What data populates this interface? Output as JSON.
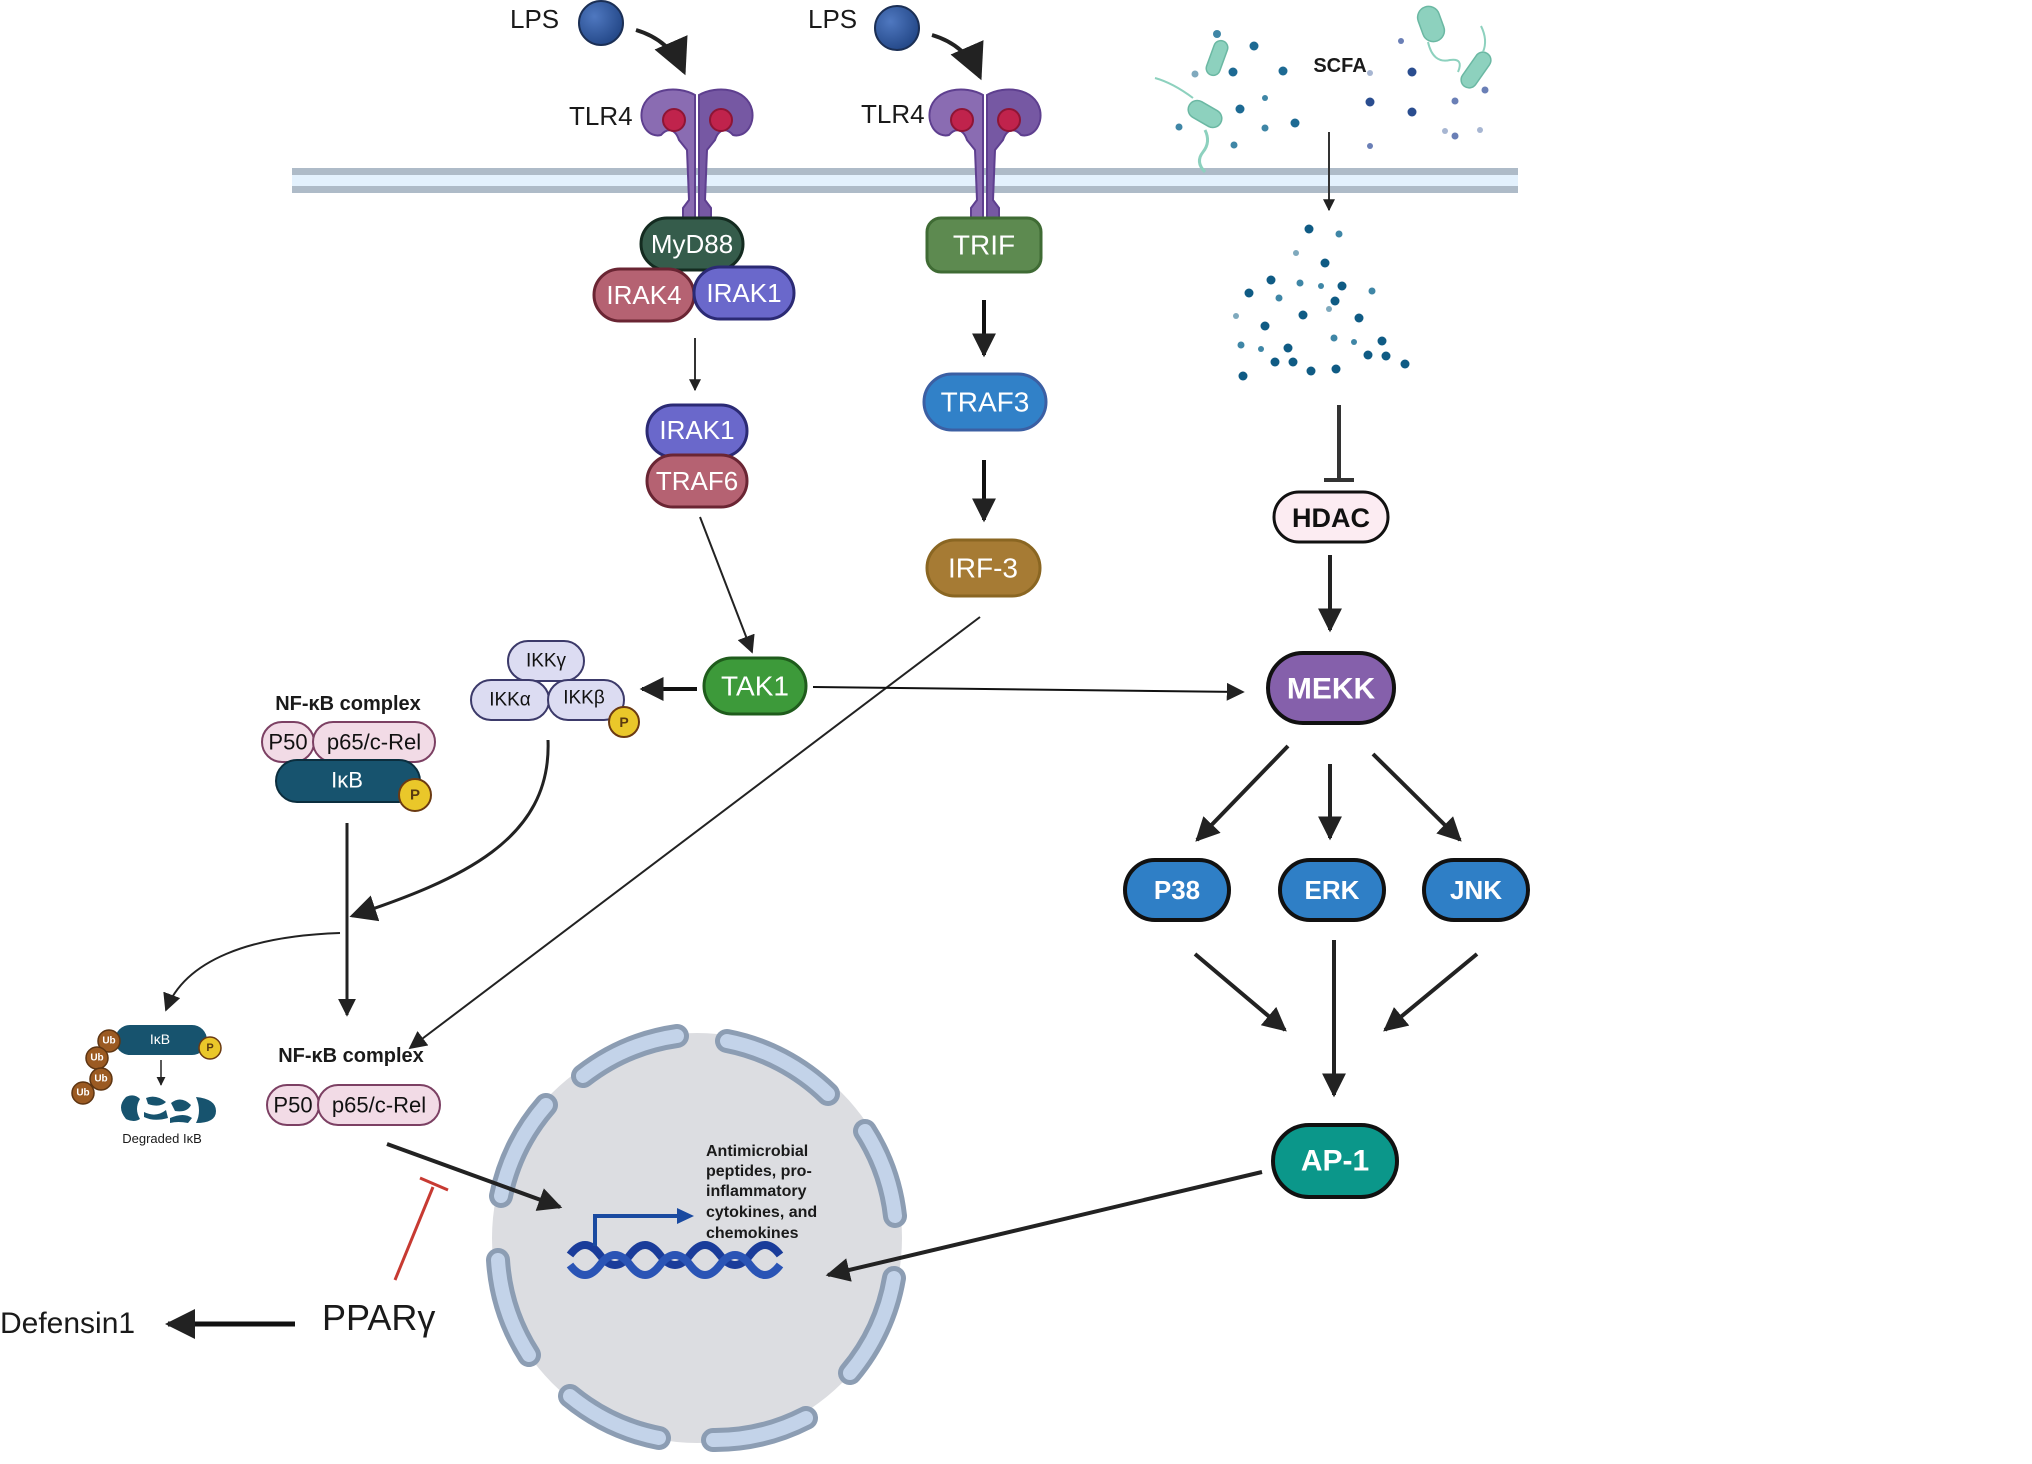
{
  "title": "LPS / SCFA signaling pathway diagram",
  "colors": {
    "membrane_outer": "#aebbc8",
    "membrane_inner": "#e3f1fd",
    "tlr4": "#7e62a8",
    "tlr4_dot": "#c0234c",
    "lps": "#2f5597",
    "myd88": "#355c4b",
    "irak4": "#b56272",
    "irak1": "#6a68cb",
    "traf6": "#b56272",
    "trif": "#5d8a50",
    "traf3": "#3181c8",
    "irf3": "#a67b34",
    "tak1": "#3d9a3a",
    "ikk": "#dcdcf2",
    "nfkb_pink": "#f2dbe6",
    "ikb": "#17536e",
    "phospho": "#eac72a",
    "ubiquitin": "#9b5a22",
    "hdac": "#fcecf2",
    "mekk": "#8560ab",
    "mapk": "#2f7fc6",
    "ap1": "#0b978a",
    "nucleus_fill": "#dcdde1",
    "nucleus_envelope": "#c3d3e9",
    "dna": "#1a3c9a",
    "inhibit_red": "#c73a32",
    "scfa_dot": "#1d6a93",
    "bacteria": "#8dd1be"
  },
  "labels": {
    "lps_1": "LPS",
    "lps_2": "LPS",
    "tlr4_1": "TLR4",
    "tlr4_2": "TLR4",
    "scfa": "SCFA",
    "myd88": "MyD88",
    "irak4": "IRAK4",
    "irak1_top": "IRAK1",
    "irak1": "IRAK1",
    "traf6": "TRAF6",
    "trif": "TRIF",
    "traf3": "TRAF3",
    "irf3": "IRF-3",
    "tak1": "TAK1",
    "ikk_gamma": "IKKγ",
    "ikk_alpha": "IKKα",
    "ikk_beta": "IKKβ",
    "phospho": "P",
    "nfkb_complex_1": "NF-κB complex",
    "nfkb_complex_2": "NF-κB complex",
    "p50": "P50",
    "p65": "p65/c-Rel",
    "ikb": "IκB",
    "ub": "Ub",
    "degraded_ikb": "Degraded IκB",
    "hdac": "HDAC",
    "mekk": "MEKK",
    "p38": "P38",
    "erk": "ERK",
    "jnk": "JNK",
    "ap1": "AP-1",
    "genes_line1": "Antimicrobial",
    "genes_line2": "peptides, pro-",
    "genes_line3": "inflammatory",
    "genes_line4": "cytokines, and",
    "genes_line5": "chemokines",
    "ppar": "PPARγ",
    "defensin": "Defensin1"
  }
}
